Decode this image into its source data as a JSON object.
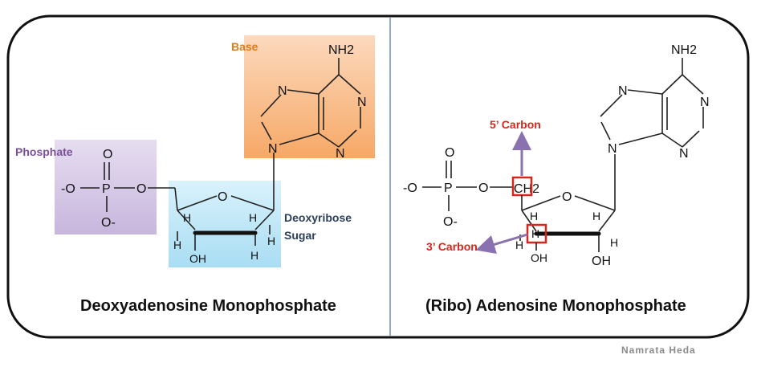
{
  "left_panel": {
    "base_label": "Base",
    "phosphate_label": "Phosphate",
    "sugar_label_line1": "Deoxyribose",
    "sugar_label_line2": "Sugar",
    "caption": "Deoxyadenosine Monophosphate",
    "atoms": {
      "nh2": "NH2",
      "n": "N",
      "o": "O",
      "h": "H",
      "oh": "OH",
      "o_minus_left": "-O",
      "o_minus_bottom": "O-"
    }
  },
  "right_panel": {
    "five_carbon_label": "5’ Carbon",
    "three_carbon_label": "3’ Carbon",
    "ch2": "CH2",
    "caption": "(Ribo) Adenosine Monophosphate",
    "atoms": {
      "nh2": "NH2",
      "n": "N",
      "o": "O",
      "h": "H",
      "oh": "OH",
      "o_minus_left": "-O",
      "o_minus_bottom": "O-"
    }
  },
  "signature": "Namrata Heda",
  "colors": {
    "base_box": "#f9c49a",
    "phosphate_box": "#d9cde8",
    "sugar_box": "#bfe7f7",
    "base_text": "#e07b1a",
    "phosphate_text": "#7a4f9a",
    "sugar_text": "#2b3e5c",
    "carbon_label": "#d9261c",
    "highlight_box": "#d9261c",
    "arrow": "#8a72b0",
    "divider": "#6d8fb5"
  }
}
